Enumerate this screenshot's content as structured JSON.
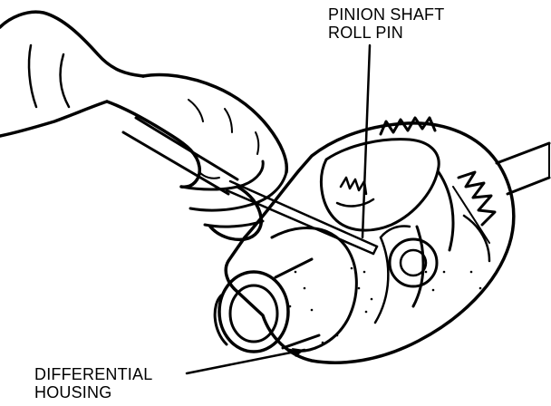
{
  "labels": {
    "pinion_shaft_roll_pin": [
      "PINION SHAFT",
      "ROLL PIN"
    ],
    "differential_housing": [
      "DIFFERENTIAL",
      "HOUSING"
    ]
  },
  "colors": {
    "ink": "#000000",
    "paper": "#ffffff"
  }
}
